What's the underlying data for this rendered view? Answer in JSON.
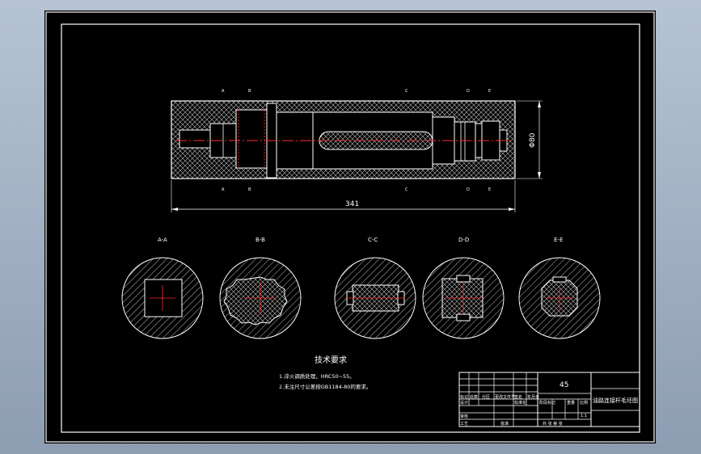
{
  "main_view": {
    "overall_length": "341",
    "height_dim": "Φ80",
    "section_marks_top": [
      "A",
      "B",
      "C",
      "D",
      "E"
    ],
    "section_marks_bottom": [
      "A",
      "B",
      "C",
      "D",
      "E"
    ]
  },
  "sections": [
    {
      "label": "A-A"
    },
    {
      "label": "B-B"
    },
    {
      "label": "C-C"
    },
    {
      "label": "D-D"
    },
    {
      "label": "E-E"
    }
  ],
  "tech_requirements": {
    "title": "技术要求",
    "items": [
      "1.淬火调质处理，HRC50~55。",
      "2.未注尺寸公差按GB1184-80的要求。"
    ]
  },
  "title_block": {
    "material": "45",
    "drawing_name": "油路连接杆毛坯图",
    "scale": "1:1",
    "labels": {
      "mark": "标记",
      "count": "处数",
      "zone": "分区",
      "change_doc": "更改文件号",
      "signature": "签名",
      "date": "年月日",
      "design": "设计",
      "standardize": "标准化",
      "review": "审核",
      "process": "工艺",
      "approve": "批准",
      "stage_mark": "阶段标记",
      "weight": "重量",
      "ratio": "比例",
      "sheet_total": "共 张 第 张"
    }
  }
}
